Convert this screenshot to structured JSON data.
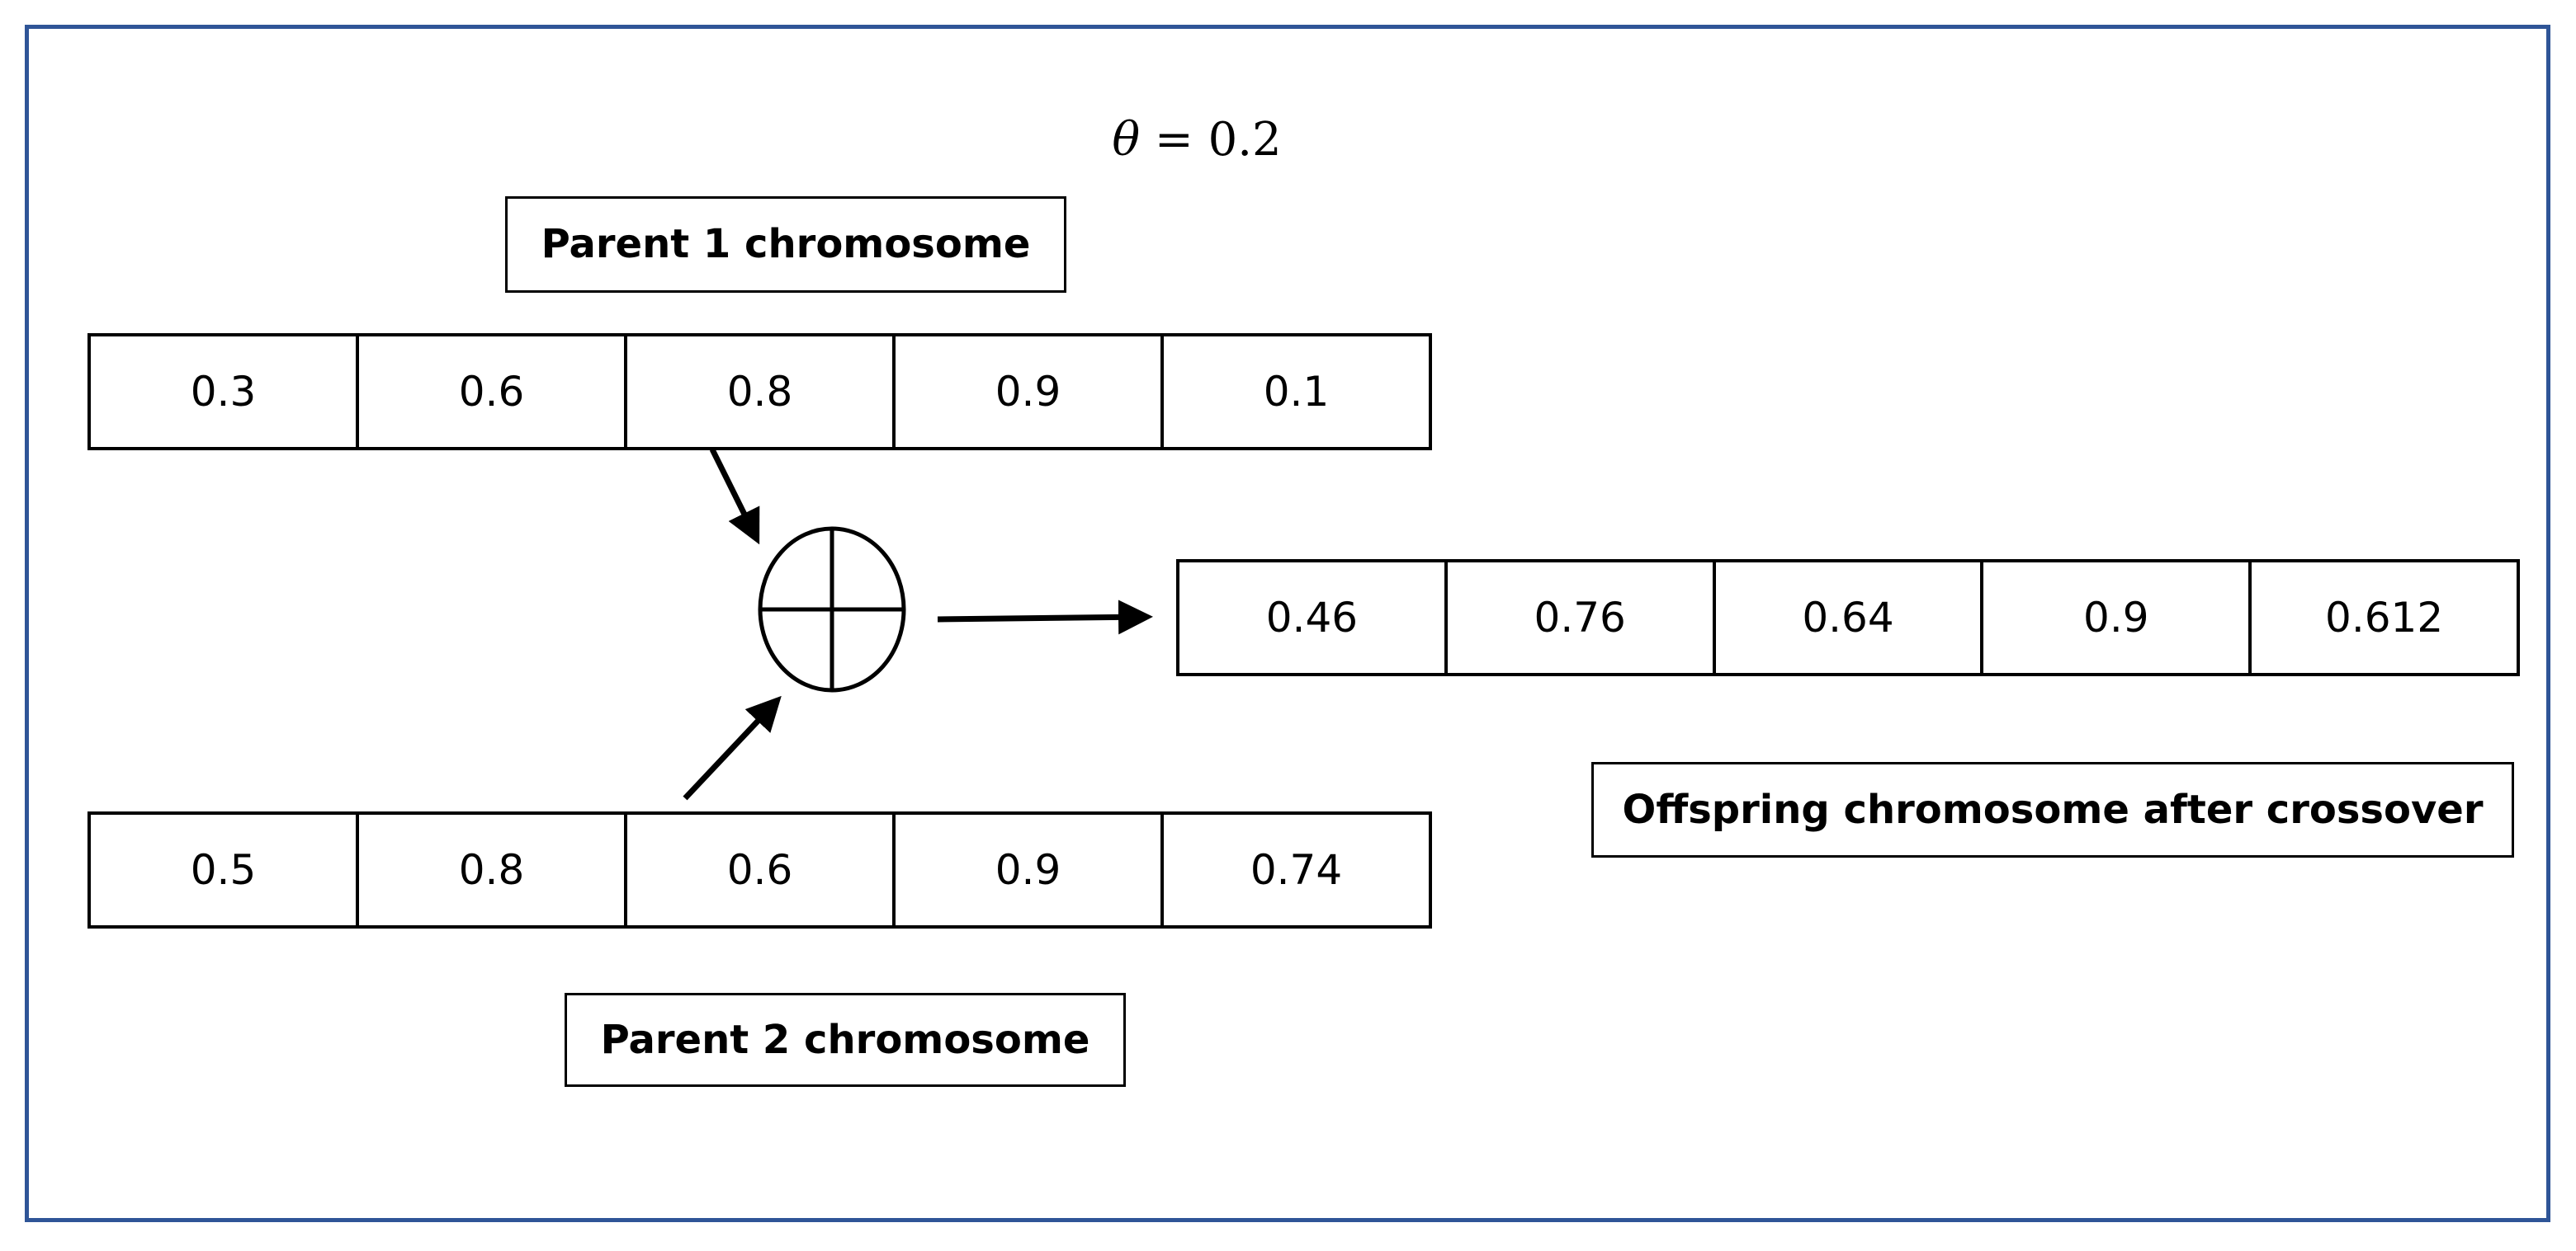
{
  "theta": {
    "symbol": "θ",
    "expression": " = 0.2"
  },
  "labels": {
    "parent1": "Parent 1 chromosome",
    "parent2": "Parent 2 chromosome",
    "offspring": "Offspring chromosome after crossover"
  },
  "parent1_genes": [
    "0.3",
    "0.6",
    "0.8",
    "0.9",
    "0.1"
  ],
  "parent2_genes": [
    "0.5",
    "0.8",
    "0.6",
    "0.9",
    "0.74"
  ],
  "offspring_genes": [
    "0.46",
    "0.76",
    "0.64",
    "0.9",
    "0.612"
  ],
  "operator": {
    "icon": "circled-plus-icon"
  },
  "colors": {
    "frame_border": "#2f5597",
    "lines": "#000000"
  }
}
